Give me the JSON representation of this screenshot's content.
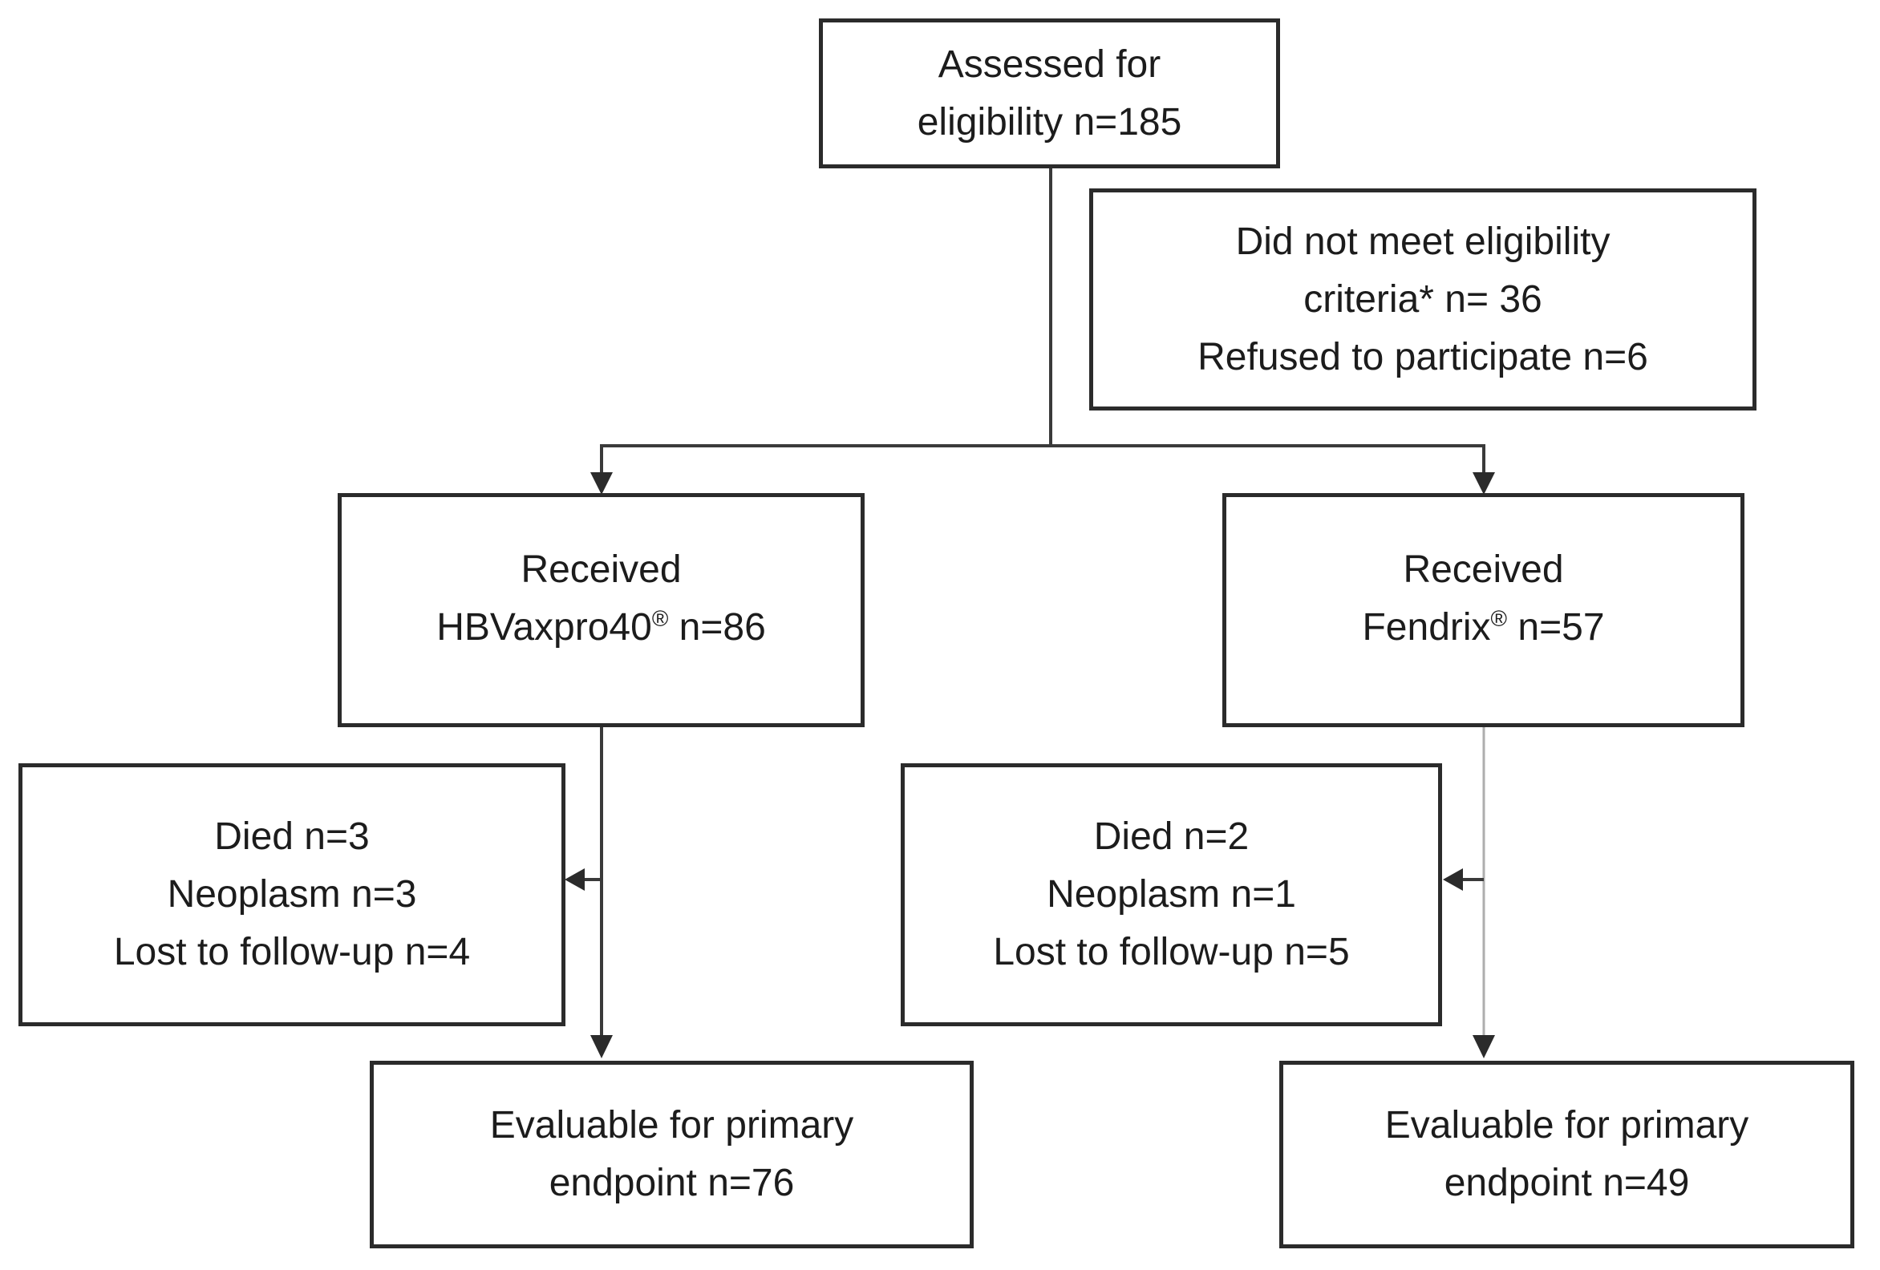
{
  "figure": {
    "kind": "flowchart",
    "description": "Participant flow diagram of a vaccine study",
    "background_color": "#ffffff",
    "box_border_color": "#2b2b2b",
    "text_color": "#1c1c1c",
    "main_line_color": "#3a3a3a",
    "muted_line_color": "#aeaeae"
  },
  "nodes": {
    "assessed": {
      "lines": [
        "Assessed for",
        "eligibility n=185"
      ]
    },
    "not_eligible": {
      "lines": [
        "Did not meet eligibility",
        "criteria* n= 36",
        "Refused to participate n=6"
      ]
    },
    "hbvaxpro": {
      "lines": [
        "Received",
        "HBVaxpro40® n=86"
      ]
    },
    "fendrix": {
      "lines": [
        "Received",
        "Fendrix® n=57"
      ]
    },
    "withdrawn_left": {
      "lines": [
        "Died n=3",
        "Neoplasm n=3",
        "Lost to follow-up n=4"
      ]
    },
    "withdrawn_right": {
      "lines": [
        "Died n=2",
        "Neoplasm n=1",
        "Lost to follow-up n=5"
      ]
    },
    "evaluable_left": {
      "lines": [
        "Evaluable for primary",
        "endpoint n=76"
      ]
    },
    "evaluable_right": {
      "lines": [
        "Evaluable for primary",
        "endpoint n=49"
      ]
    }
  },
  "edges": [
    {
      "from": "assessed",
      "to": "hbvaxpro"
    },
    {
      "from": "assessed",
      "to": "fendrix"
    },
    {
      "from": "hbvaxpro",
      "to": "withdrawn_left"
    },
    {
      "from": "hbvaxpro",
      "to": "evaluable_left"
    },
    {
      "from": "fendrix",
      "to": "withdrawn_right"
    },
    {
      "from": "fendrix",
      "to": "evaluable_right"
    }
  ]
}
